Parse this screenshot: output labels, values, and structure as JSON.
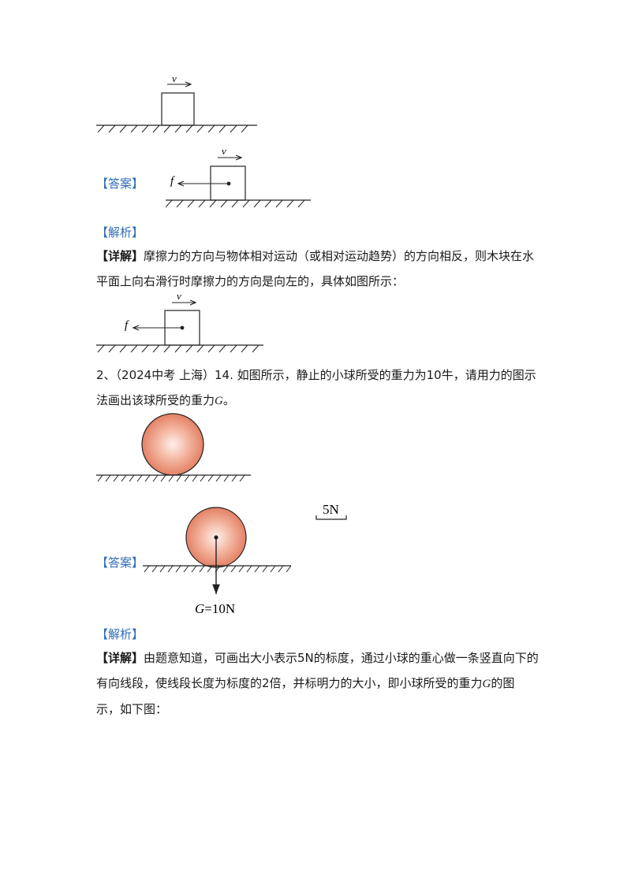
{
  "q1": {
    "fig_velocity": "v",
    "answer_tag": "【答案】",
    "ans_velocity": "v",
    "ans_friction": "f",
    "analysis_tag": "【解析】",
    "detail_tag": "【详解】",
    "detail_line1": "摩擦力的方向与物体相对运动（或相对运动趋势）的方向相反，则木块在水",
    "detail_line2": "平面上向右滑行时摩擦力的方向是向左的，具体如图所示：",
    "fig2_velocity": "v",
    "fig2_friction": "f"
  },
  "q2": {
    "stem_line1": "2、（2024中考 上海）14. 如图所示，静止的小球所受的重力为10牛，请用力的图示",
    "stem_line2_prefix": "法画出该球所受的重力",
    "stem_line2_var": "G",
    "stem_line2_suffix": "。",
    "scale_label": "5N",
    "answer_tag": "【答案】",
    "force_var": "G",
    "force_value": "=10N",
    "analysis_tag": "【解析】",
    "detail_tag": "【详解】",
    "detail_line1": "由题意知道，可画出大小表示5N的标度，通过小球的重心做一条竖直向下的",
    "detail_line2_prefix": "有向线段，使线段长度为标度的2倍，并标明力的大小，即小球所受的重力",
    "detail_line2_var": "G",
    "detail_line2_suffix": "的图",
    "detail_line3": "示，如下图："
  }
}
